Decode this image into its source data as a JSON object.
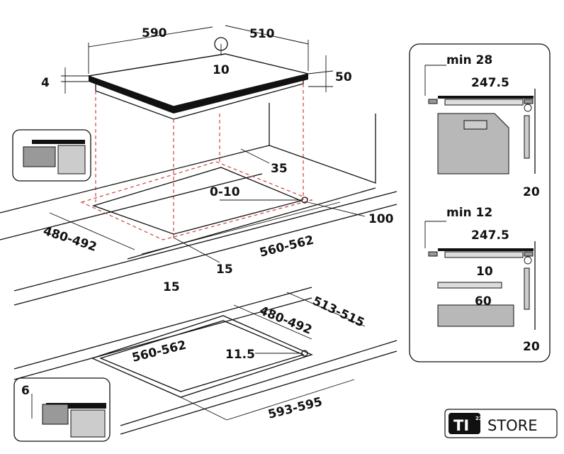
{
  "top_view": {
    "width_label": "590",
    "depth_label": "510",
    "connector_label": "10",
    "glass_thickness_label": "4",
    "total_height_label": "50"
  },
  "cutout_view": {
    "rear_clearance_label": "35",
    "connector_range_label": "0-10",
    "rear_distance_label": "100",
    "cutout_depth_label": "480-492",
    "cutout_width_label": "560-562",
    "side_clearance_label": "15",
    "front_clearance_label": "15"
  },
  "flush_view": {
    "outer_depth_label": "513-515",
    "inner_depth_label": "480-492",
    "inner_width_label": "560-562",
    "connector_label": "11.5",
    "outer_width_label": "593-595"
  },
  "flush_detail": {
    "recess_label": "6"
  },
  "side_panel": {
    "oven_case": {
      "min_label": "min 28",
      "vent_label": "247.5",
      "wall_gap_label": "20"
    },
    "drawer_case": {
      "min_label": "min 12",
      "vent_label": "247.5",
      "gap_label": "10",
      "drawer_gap_label": "60",
      "wall_gap_label": "20"
    }
  },
  "logo": {
    "brand": "TI",
    "superscript": "22",
    "store": "STORE"
  },
  "colors": {
    "line": "#111111",
    "dashed": "#d04040",
    "fill_gray": "#b8b8b8"
  }
}
